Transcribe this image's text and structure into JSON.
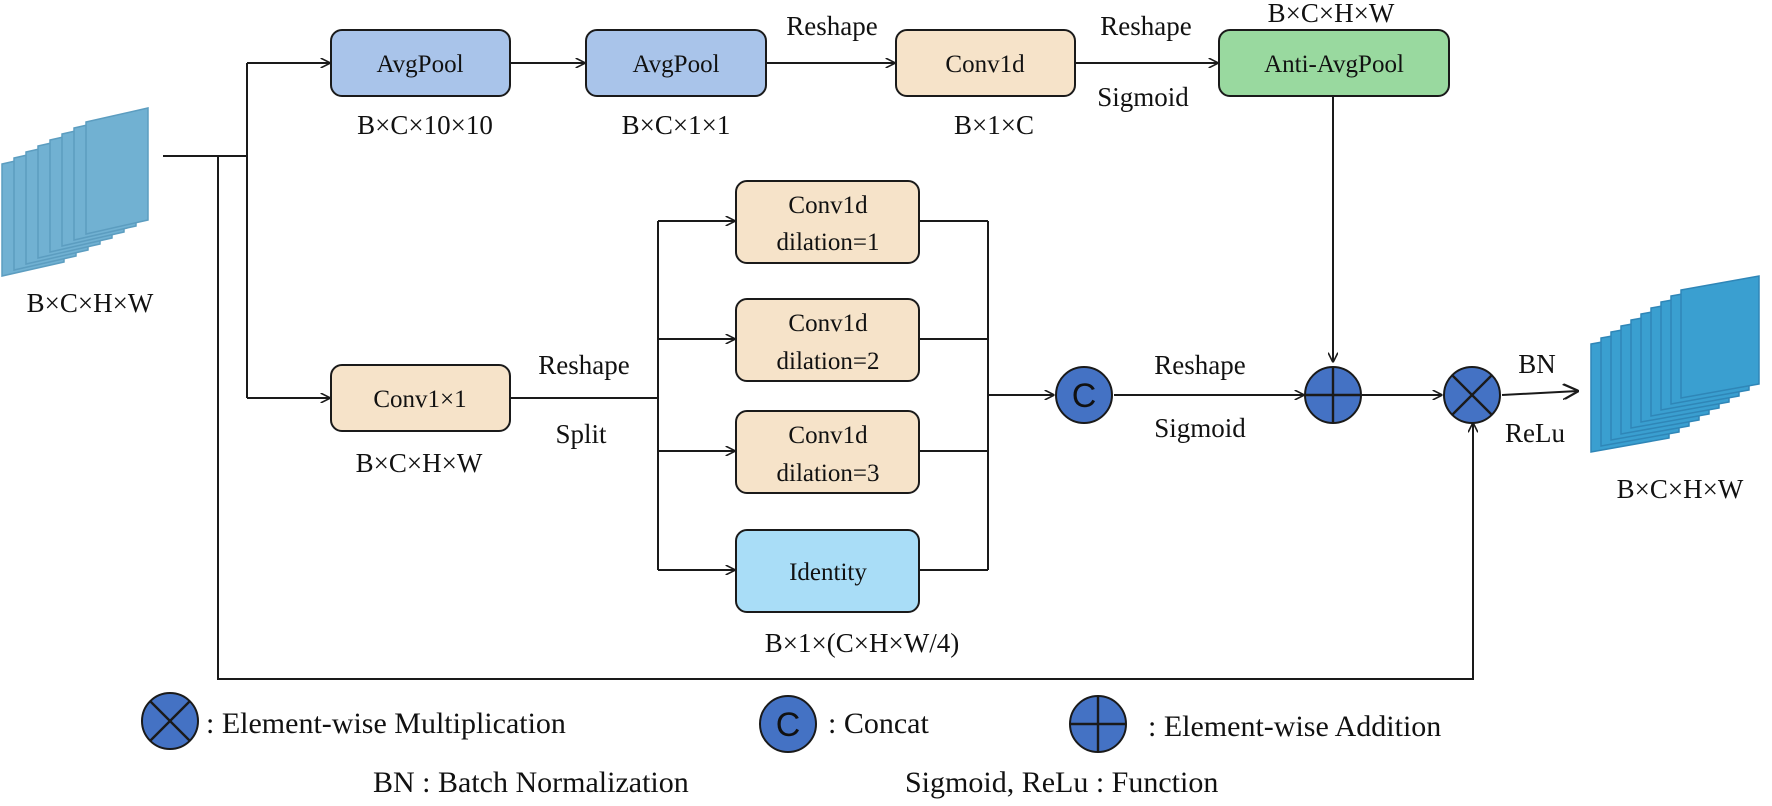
{
  "colors": {
    "avgpool_fill": "#A9C4EA",
    "conv_fill": "#F6E3C9",
    "antiavg_fill": "#99D99F",
    "identity_fill": "#A9DDF7",
    "input_stack_fill": "#71B1D2",
    "input_stack_edge": "#5C9DC0",
    "output_stack_fill": "#3A9FD0",
    "output_stack_edge": "#2F86B7",
    "node_fill": "#4472C4",
    "line": "#1a1a1a"
  },
  "input": {
    "dim": "B×C×H×W"
  },
  "output": {
    "dim": "B×C×H×W"
  },
  "top_branch": {
    "avgpool1": {
      "label": "AvgPool",
      "dim": "B×C×10×10"
    },
    "avgpool2": {
      "label": "AvgPool",
      "dim": "B×C×1×1"
    },
    "reshape_label": "Reshape",
    "conv1d": {
      "label": "Conv1d",
      "dim": "B×1×C"
    },
    "reshape_sigmoid": {
      "top": "Reshape",
      "bottom": "Sigmoid"
    },
    "anti_avgpool": {
      "label": "Anti-AvgPool",
      "dim": "B×C×H×W"
    }
  },
  "mid_branch": {
    "conv1x1": {
      "label": "Conv1×1",
      "dim": "B×C×H×W"
    },
    "reshape_split": {
      "top": "Reshape",
      "bottom": "Split"
    },
    "dilated": [
      {
        "line1": "Conv1d",
        "line2": "dilation=1"
      },
      {
        "line1": "Conv1d",
        "line2": "dilation=2"
      },
      {
        "line1": "Conv1d",
        "line2": "dilation=3"
      }
    ],
    "identity": {
      "label": "Identity",
      "dim": "B×1×(C×H×W/4)"
    },
    "concat_symbol": "C",
    "after_concat": {
      "top": "Reshape",
      "bottom": "Sigmoid"
    },
    "after_multiply": {
      "top": "BN",
      "bottom": "ReLu"
    }
  },
  "legend": {
    "multiply": ": Element-wise Multiplication",
    "concat_symbol": "C",
    "concat": ": Concat",
    "add": ": Element-wise Addition",
    "bn": "BN : Batch Normalization",
    "func": "Sigmoid, ReLu : Function"
  }
}
